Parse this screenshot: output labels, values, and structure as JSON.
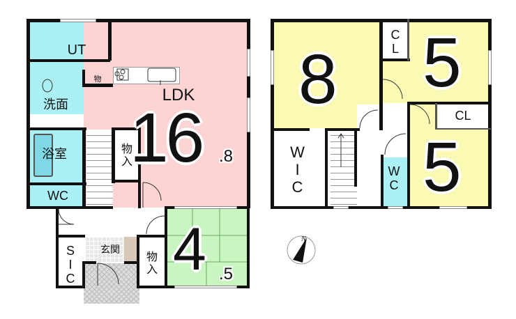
{
  "floor1": {
    "rooms": {
      "ut": {
        "label": "UT",
        "color": "#aaf0f5"
      },
      "washroom": {
        "label": "洗面",
        "color": "#aaf0f5"
      },
      "bath": {
        "label": "浴室",
        "color": "#aaf0f5"
      },
      "wc": {
        "label": "WC",
        "color": "#aaf0f5"
      },
      "storage_small": {
        "label": "物"
      },
      "storage_stairs": {
        "label": "物入"
      },
      "ldk": {
        "label": "LDK",
        "size_int": "16",
        "size_dec": ".8",
        "color": "#fcd4d4"
      },
      "entrance": {
        "label": "玄関"
      },
      "sic": {
        "label": "SIC"
      },
      "storage_entry": {
        "label": "物入"
      },
      "japanese": {
        "size_int": "4",
        "size_dec": ".5",
        "color": "#c8f5c0"
      }
    }
  },
  "floor2": {
    "rooms": {
      "bed8": {
        "size": "8",
        "color": "#fafab4"
      },
      "cl_top": {
        "label": "CL"
      },
      "bed5_top": {
        "size": "5",
        "color": "#fafab4"
      },
      "cl_right": {
        "label": "CL"
      },
      "bed5_bottom": {
        "size": "5",
        "color": "#fafab4"
      },
      "wic": {
        "label": "WIC"
      },
      "wc": {
        "label": "WC",
        "color": "#aaf0f5"
      }
    }
  },
  "compass": {
    "north_label": "N"
  }
}
